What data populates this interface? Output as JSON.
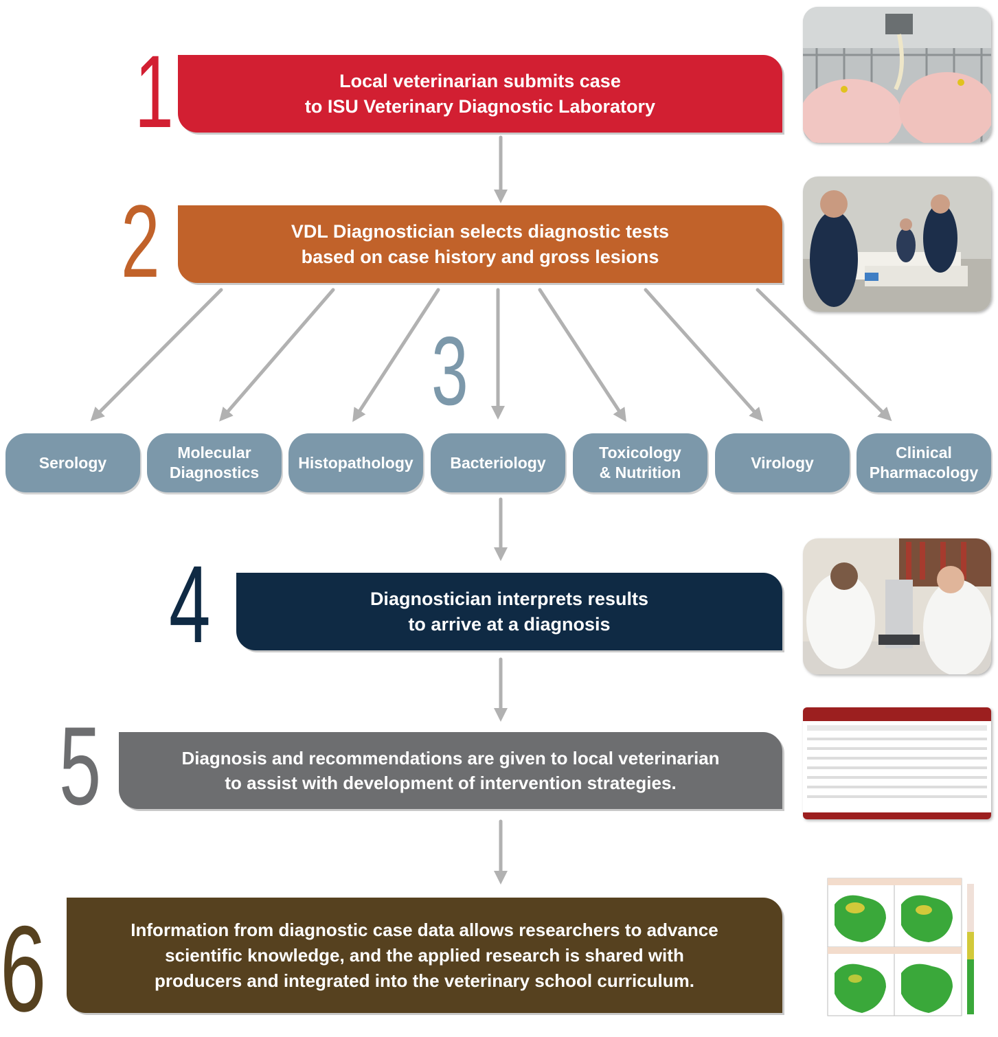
{
  "steps": [
    {
      "number": "1",
      "lines": [
        "Local veterinarian submits case",
        "to ISU Veterinary Diagnostic Laboratory"
      ],
      "color": "#d21f32"
    },
    {
      "number": "2",
      "lines": [
        "VDL Diagnostician selects diagnostic tests",
        "based on case history and gross lesions"
      ],
      "color": "#c1622a"
    },
    {
      "number": "3",
      "color": "#7c98aa"
    },
    {
      "number": "4",
      "lines": [
        "Diagnostician interprets results",
        "to arrive at a diagnosis"
      ],
      "color": "#0f2a44"
    },
    {
      "number": "5",
      "lines": [
        "Diagnosis and recommendations are given to local veterinarian",
        "to assist with development of intervention strategies."
      ],
      "color": "#6d6e70"
    },
    {
      "number": "6",
      "lines": [
        "Information from diagnostic case data allows researchers to advance",
        "scientific knowledge, and the applied research is shared with",
        "producers and integrated into the veterinary school curriculum."
      ],
      "color": "#56411f"
    }
  ],
  "labs": [
    {
      "lines": [
        "Serology"
      ]
    },
    {
      "lines": [
        "Molecular",
        "Diagnostics"
      ]
    },
    {
      "lines": [
        "Histopathology"
      ]
    },
    {
      "lines": [
        "Bacteriology"
      ]
    },
    {
      "lines": [
        "Toxicology",
        "& Nutrition"
      ]
    },
    {
      "lines": [
        "Virology"
      ]
    },
    {
      "lines": [
        "Clinical",
        "Pharmacology"
      ]
    }
  ],
  "colors": {
    "arrow": "#b1b1b1",
    "lab_pill": "#7c98aa"
  },
  "photos": [
    {
      "name": "pigs-photo"
    },
    {
      "name": "lab-staff-photo"
    },
    {
      "name": "microscope-photo"
    },
    {
      "name": "report-screenshot"
    },
    {
      "name": "heatmap-maps"
    }
  ]
}
